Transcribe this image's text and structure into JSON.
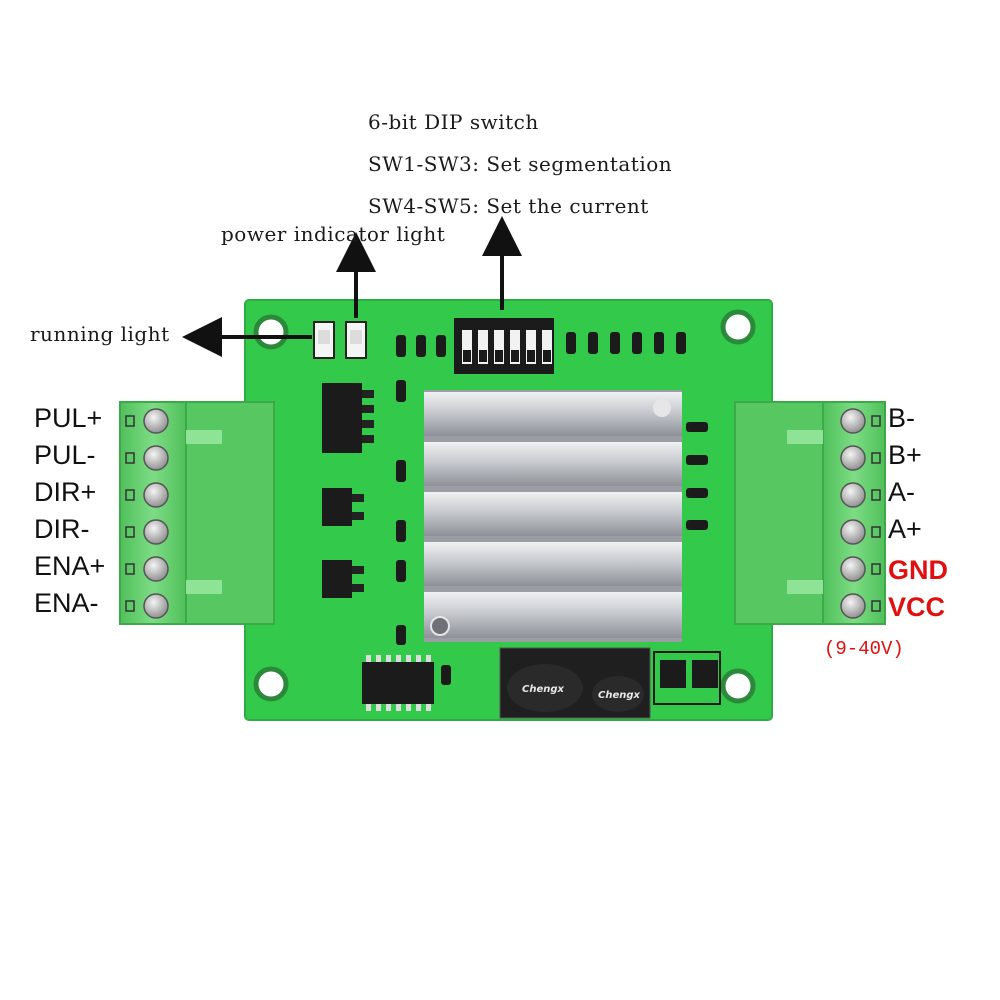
{
  "annotations": {
    "dip_title": "6-bit DIP switch",
    "dip_sw1_sw3": "SW1-SW3: Set segmentation",
    "dip_sw4_sw5": "SW4-SW5: Set the current",
    "power_light": "power indicator light",
    "running_light": "running light"
  },
  "left_terminals": [
    "PUL+",
    "PUL-",
    "DIR+",
    "DIR-",
    "ENA+",
    "ENA-"
  ],
  "right_terminals": [
    "B-",
    "B+",
    "A-",
    "A+",
    "GND",
    "VCC"
  ],
  "voltage_range": "(9-40V)",
  "capacitor_brand": "Chengx",
  "colors": {
    "pcb": "#33c94a",
    "terminal_block": "#5fcf68",
    "heatsink": "#c9ccd0",
    "arrow": "#111111",
    "power_pins": "#e01010"
  }
}
